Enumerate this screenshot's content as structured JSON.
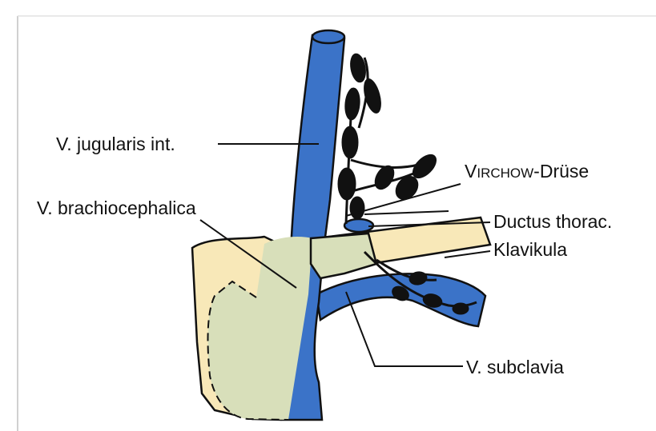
{
  "labels": {
    "jugularis": "V. jugularis int.",
    "brachiocephalica": "V. brachiocephalica",
    "virchow_initial": "V",
    "virchow_smallcaps": "IRCHOW",
    "virchow_suffix": "-Drüse",
    "ductus": "Ductus thorac.",
    "klavikula": "Klavikula",
    "subclavia": "V. subclavia"
  },
  "colors": {
    "vein": "#3b73c8",
    "vein_outline": "#111111",
    "bone": "#f8e8b8",
    "sternum_overlay": "#d8dfba",
    "lymph": "#111111",
    "background": "#ffffff"
  }
}
